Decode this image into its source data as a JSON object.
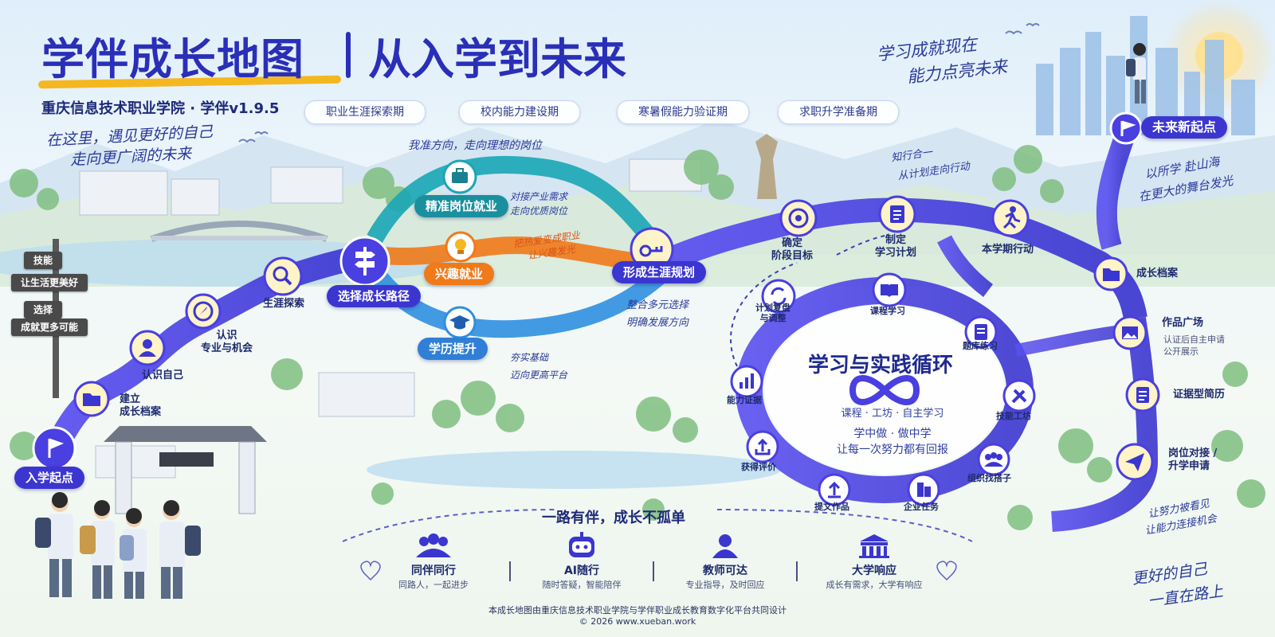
{
  "header": {
    "title_main": "学伴成长地图",
    "title_sub": "从入学到未来",
    "school": "重庆信息技术职业学院 · 学伴v1.9.5",
    "slogan_left": [
      "在这里，遇见更好的自己",
      "走向更广阔的未来"
    ],
    "slogan_right": [
      "学习成就现在",
      "能力点亮未来"
    ]
  },
  "phases": [
    "职业生涯探索期",
    "校内能力建设期",
    "寒暑假能力验证期",
    "求职升学准备期"
  ],
  "signpost": [
    "技能",
    "让生活更美好",
    "选择",
    "成就更多可能"
  ],
  "path_nodes": {
    "start": "入学起点",
    "archive": "建立\n成长档案",
    "know_self": "认识自己",
    "know_major": "认识\n专业与机会",
    "explore": "生涯探索",
    "choose": "选择成长路径",
    "plan": "形成生涯规划"
  },
  "branches": {
    "job": "精准岗位就业",
    "job_note": [
      "对接产业需求",
      "走向优质岗位"
    ],
    "interest": "兴趣就业",
    "interest_note": [
      "把热爱变成职业",
      "让兴趣发光"
    ],
    "degree": "学历提升",
    "degree_note": [
      "夯实基础",
      "迈向更高平台"
    ],
    "top_note": "我准方向，走向理想的岗位",
    "plan_note": [
      "整合多元选择",
      "明确发展方向"
    ]
  },
  "action": {
    "note": [
      "知行合一",
      "从计划走向行动"
    ],
    "goal": "确定\n阶段目标",
    "study_plan": "制定\n学习计划",
    "semester": "本学期行动"
  },
  "loop": {
    "title": "学习与实践循环",
    "sub": "课程 · 工坊 · 自主学习",
    "line1": "学中做  ·  做中学",
    "line2": "让每一次努力都有回报",
    "nodes": [
      "计划复盘\n与调整",
      "课程学习",
      "题库练习",
      "技能工坊",
      "组织找搭子",
      "企业任务",
      "提文作品",
      "获得评价",
      "能力证据"
    ]
  },
  "right_column": {
    "future": "未来新起点",
    "future_note": [
      "以所学 赴山海",
      "在更大的舞台发光"
    ],
    "archive": "成长档案",
    "works": "作品广场",
    "works_sub": [
      "认证后自主申请",
      "公开展示"
    ],
    "resume": "证据型简历",
    "match": "岗位对接 /\n升学申请",
    "match_note": [
      "让努力被看见",
      "让能力连接机会"
    ],
    "end_note": [
      "更好的自己",
      "一直在路上"
    ]
  },
  "support": {
    "title": "一路有伴，成长不孤单",
    "items": [
      {
        "title": "同伴同行",
        "sub": "同路人，一起进步",
        "icon": "peers-icon"
      },
      {
        "title": "AI随行",
        "sub": "随时答疑，智能陪伴",
        "icon": "robot-icon"
      },
      {
        "title": "教师可达",
        "sub": "专业指导，及时回应",
        "icon": "teacher-icon"
      },
      {
        "title": "大学响应",
        "sub": "成长有需求，大学有响应",
        "icon": "university-icon"
      }
    ]
  },
  "footer": {
    "line1": "本成长地图由重庆信息技术职业学院与学伴职业成长教育数字化平台共同设计",
    "line2": "© 2026 www.xueban.work"
  },
  "colors": {
    "path_blue": "#4a3fe0",
    "title_blue": "#2a2fb8",
    "accent_yellow": "#f5b720",
    "teal": "#1aa6b5",
    "orange": "#f07a1a",
    "sky": "#2f8fe0"
  }
}
